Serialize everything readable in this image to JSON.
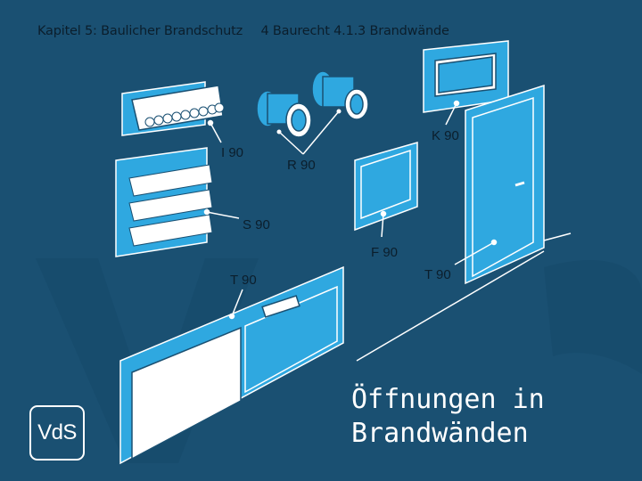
{
  "header": {
    "chapter": "Kapitel 5: Baulicher Brandschutz",
    "section": "4 Baurecht  4.1.3  Brandwände"
  },
  "labels": {
    "i90": "I 90",
    "r90": "R 90",
    "k90": "K 90",
    "s90": "S 90",
    "f90": "F 90",
    "t90_conveyor": "T 90",
    "t90_door": "T 90"
  },
  "caption": {
    "line1": "Öffnungen in",
    "line2": "Brandwänden"
  },
  "logo": {
    "text": "VdS"
  },
  "colors": {
    "background": "#1a5072",
    "wall_element": "#2fa8e0",
    "line": "#ffffff",
    "label": "#0b1e2c"
  }
}
